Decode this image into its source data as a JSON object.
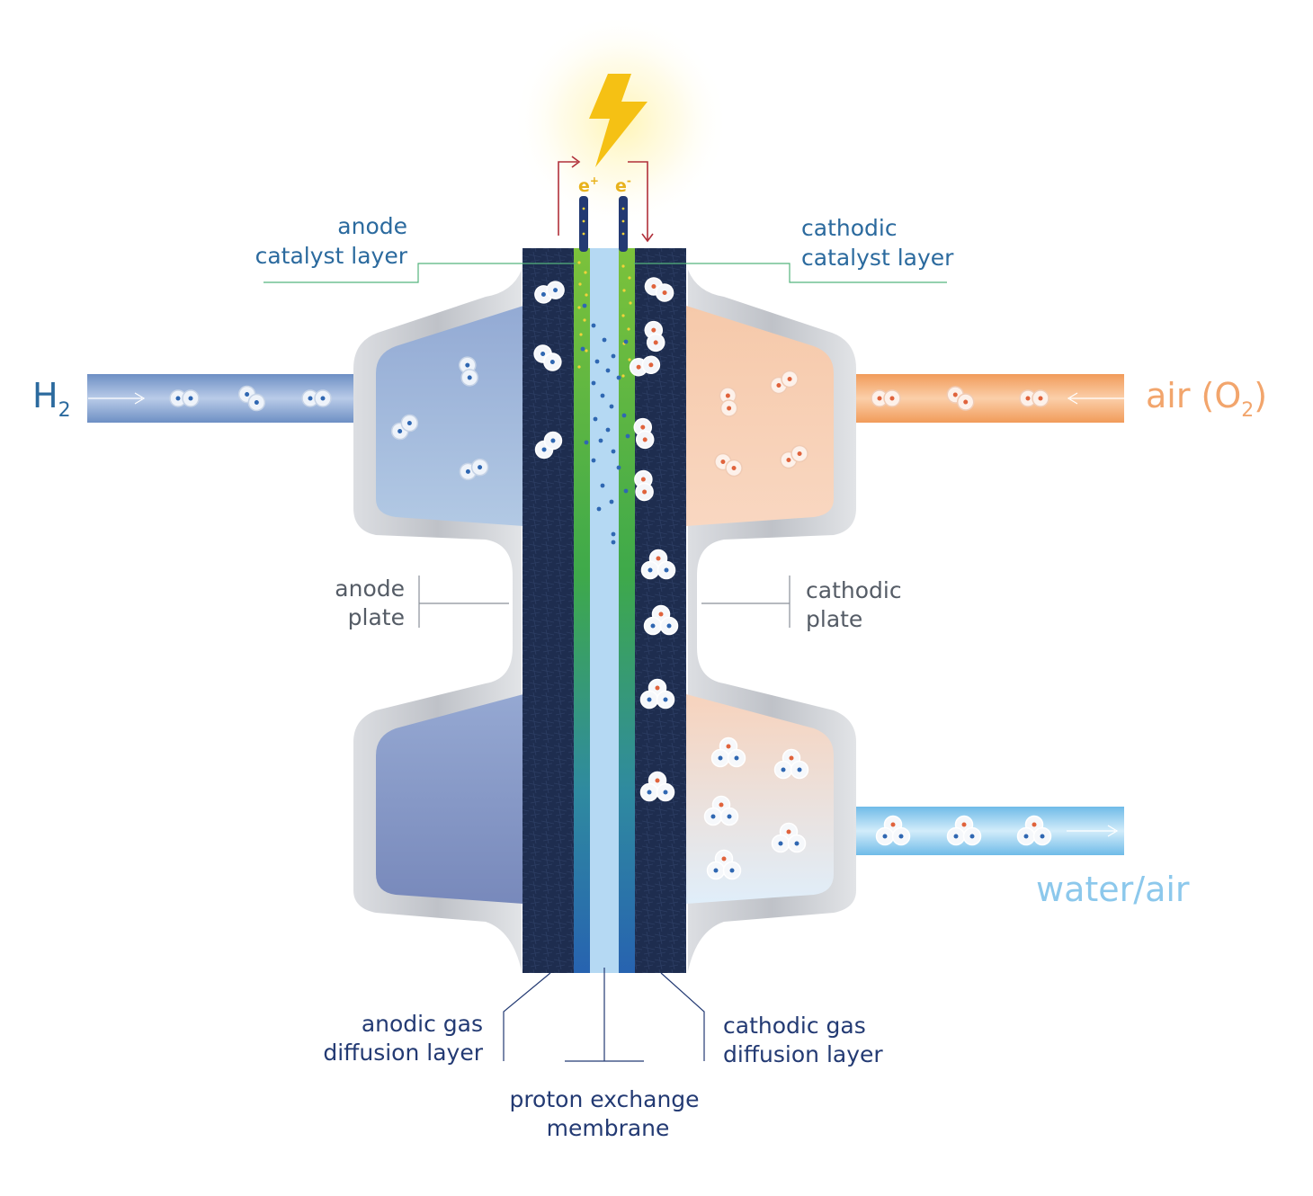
{
  "labels": {
    "anode_catalyst_l1": "anode",
    "anode_catalyst_l2": "catalyst layer",
    "cathodic_catalyst_l1": "cathodic",
    "cathodic_catalyst_l2": "catalyst layer",
    "anode_plate_l1": "anode",
    "anode_plate_l2": "plate",
    "cathodic_plate_l1": "cathodic",
    "cathodic_plate_l2": "plate",
    "anodic_gdl_l1": "anodic gas",
    "anodic_gdl_l2": "diffusion layer",
    "cathodic_gdl_l1": "cathodic gas",
    "cathodic_gdl_l2": "diffusion layer",
    "pem_l1": "proton exchange",
    "pem_l2": "membrane"
  },
  "streams": {
    "hydrogen_main": "H",
    "hydrogen_sub": "2",
    "air_main": "air (O",
    "air_sub": "2",
    "air_close": ")",
    "water_air": "water/air"
  },
  "electrodes": {
    "anode_charge": "e",
    "anode_sign": "+",
    "cathode_charge": "e",
    "cathode_sign": "-"
  },
  "icons": {
    "power": "lightning-bolt-icon",
    "hydrogen_molecule": "hydrogen-molecule-icon",
    "oxygen_molecule": "oxygen-molecule-icon",
    "water_molecule": "water-molecule-icon"
  },
  "colors": {
    "hydrogen": "#6a95c8",
    "air": "#f2a56c",
    "water": "#8cc8ec",
    "gdl": "#1e2d4f",
    "catalyst": "#4bab3c",
    "membrane": "#b5d9f3",
    "plate": "#c9cbd0",
    "bolt": "#f5c114",
    "electron_path": "#b0303a"
  }
}
